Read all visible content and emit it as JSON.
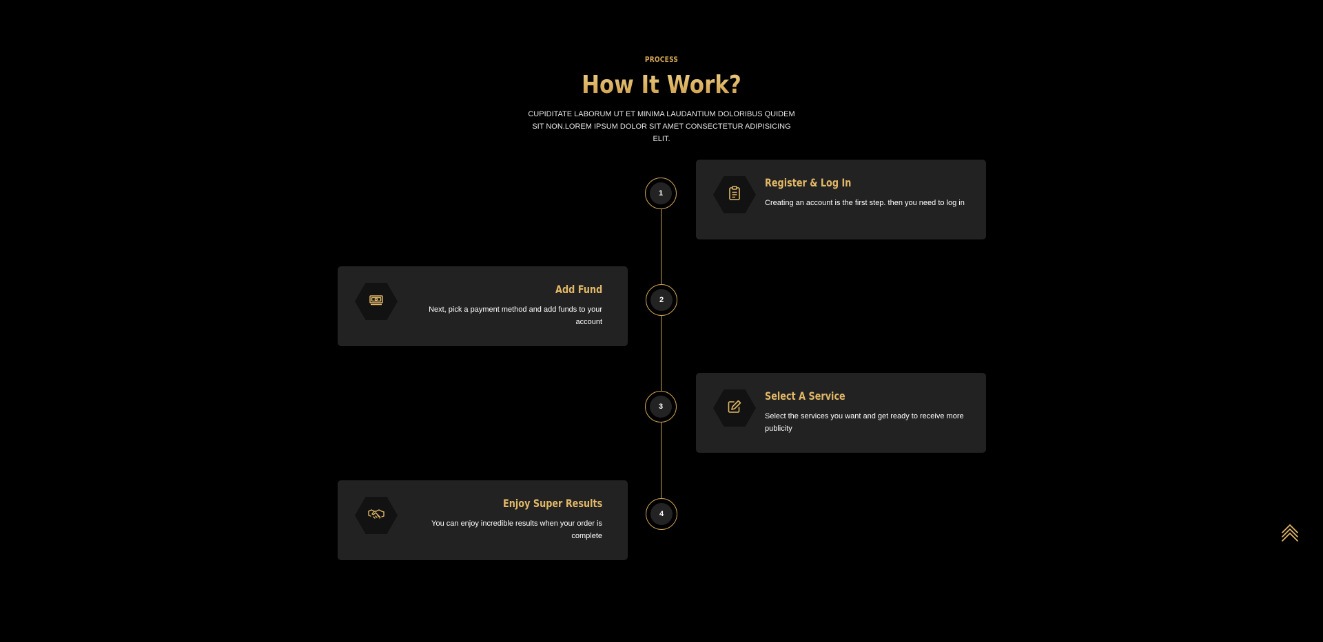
{
  "section": {
    "eyebrow": "PROCESS",
    "title": "How It Work?",
    "subtitle": "CUPIDITATE LABORUM UT ET MINIMA LAUDANTIUM DOLORIBUS QUIDEM SIT NON.LOREM IPSUM DOLOR SIT AMET CONSECTETUR ADIPISICING ELIT."
  },
  "colors": {
    "background": "#000000",
    "card": "#222222",
    "accent_gold": "#e2b867",
    "line_gold": "#caa255"
  },
  "steps": [
    {
      "number": "1",
      "title": "Register & Log In",
      "description": "Creating an account is the first step. then you need to log in",
      "icon": "clipboard-icon",
      "side": "right"
    },
    {
      "number": "2",
      "title": "Add Fund",
      "description": "Next, pick a payment method and add funds to your account",
      "icon": "cash-icon",
      "side": "left"
    },
    {
      "number": "3",
      "title": "Select A Service",
      "description": "Select the services you want and get ready to receive more publicity",
      "icon": "edit-icon",
      "side": "right"
    },
    {
      "number": "4",
      "title": "Enjoy Super Results",
      "description": "You can enjoy incredible results when your order is complete",
      "icon": "handshake-icon",
      "side": "left"
    }
  ],
  "scroll_top": {
    "icon": "chevrons-up-icon"
  }
}
